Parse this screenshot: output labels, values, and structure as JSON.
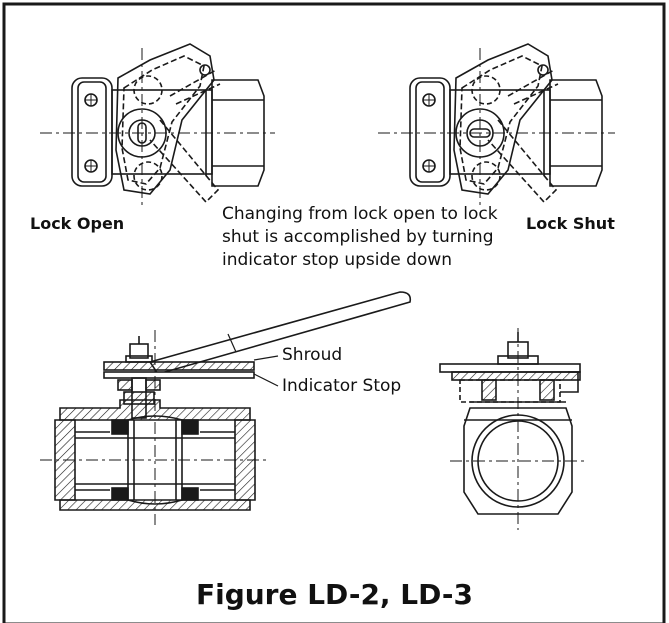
{
  "labels": {
    "lock_open": "Lock Open",
    "lock_shut": "Lock Shut",
    "note_line1": "Changing from lock open to lock",
    "note_line2": "shut is accomplished by turning",
    "note_line3": "indicator stop upside down",
    "shroud": "Shroud",
    "indicator_stop": "Indicator Stop"
  },
  "caption": "Figure LD-2, LD-3",
  "colors": {
    "ink": "#1a1a1a",
    "hatch": "#1a1a1a",
    "background": "#ffffff"
  }
}
